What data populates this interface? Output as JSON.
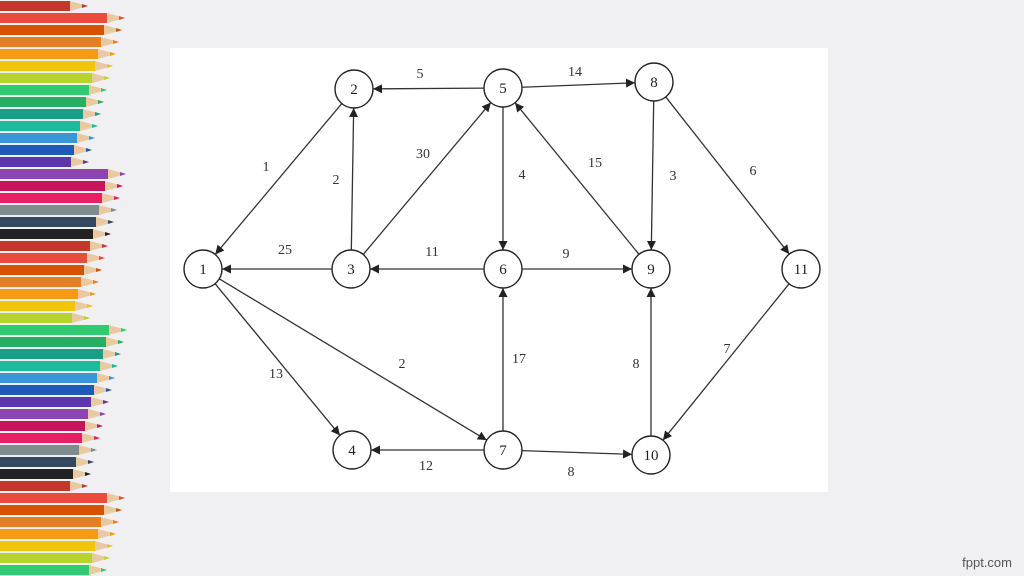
{
  "watermark": "fppt.com",
  "pencil_colors": [
    "#c0392b",
    "#e74c3c",
    "#d35400",
    "#e67e22",
    "#f39c12",
    "#f1c40f",
    "#b7d42a",
    "#2ecc71",
    "#27ae60",
    "#16a085",
    "#1abc9c",
    "#3498db",
    "#1e5bb8",
    "#5e35b1",
    "#8e44ad",
    "#c2185b",
    "#e91e63",
    "#7f8c8d",
    "#34495e",
    "#222222"
  ],
  "graph": {
    "nodes": [
      {
        "id": "1",
        "label": "1"
      },
      {
        "id": "2",
        "label": "2"
      },
      {
        "id": "3",
        "label": "3"
      },
      {
        "id": "4",
        "label": "4"
      },
      {
        "id": "5",
        "label": "5"
      },
      {
        "id": "6",
        "label": "6"
      },
      {
        "id": "7",
        "label": "7"
      },
      {
        "id": "8",
        "label": "8"
      },
      {
        "id": "9",
        "label": "9"
      },
      {
        "id": "10",
        "label": "10"
      },
      {
        "id": "11",
        "label": "11"
      }
    ],
    "edges": [
      {
        "from": "2",
        "to": "1",
        "weight": "1"
      },
      {
        "from": "3",
        "to": "2",
        "weight": "2"
      },
      {
        "from": "3",
        "to": "1",
        "weight": "25"
      },
      {
        "from": "3",
        "to": "5",
        "weight": "30"
      },
      {
        "from": "1",
        "to": "4",
        "weight": "13"
      },
      {
        "from": "1",
        "to": "7",
        "weight": "2"
      },
      {
        "from": "5",
        "to": "2",
        "weight": "5"
      },
      {
        "from": "5",
        "to": "8",
        "weight": "14"
      },
      {
        "from": "5",
        "to": "6",
        "weight": "4"
      },
      {
        "from": "9",
        "to": "5",
        "weight": "15"
      },
      {
        "from": "6",
        "to": "3",
        "weight": "11"
      },
      {
        "from": "6",
        "to": "9",
        "weight": "9"
      },
      {
        "from": "7",
        "to": "6",
        "weight": "17"
      },
      {
        "from": "7",
        "to": "4",
        "weight": "12"
      },
      {
        "from": "7",
        "to": "10",
        "weight": "8"
      },
      {
        "from": "8",
        "to": "9",
        "weight": "3"
      },
      {
        "from": "8",
        "to": "11",
        "weight": "6"
      },
      {
        "from": "10",
        "to": "9",
        "weight": "8"
      },
      {
        "from": "11",
        "to": "10",
        "weight": "7"
      }
    ]
  }
}
